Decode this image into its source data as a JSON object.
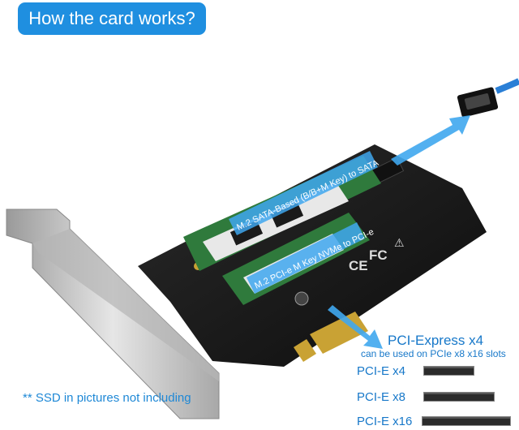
{
  "title": "How the card works?",
  "labels": {
    "sata_slot": "M.2 SATA-Based (B/B+M Key) to SATA",
    "nvme_slot": "M.2 PCI-e M Key NVMe to PCI-e"
  },
  "pcie": {
    "heading": "PCI-Express x4",
    "subtext": "can be used on PCIe x8 x16 slots",
    "slots": [
      {
        "label": "PCI-E x4",
        "fraction": 0.55
      },
      {
        "label": "PCI-E x8",
        "fraction": 0.78
      },
      {
        "label": "PCI-E x16",
        "fraction": 1.0
      }
    ]
  },
  "note": "** SSD in pictures not including",
  "colors": {
    "accent": "#1f8fe0",
    "arrow": "#3fa7ee",
    "pcb": "#1a1a1a",
    "ssd_green": "#2f7a3c",
    "cable": "#2a7fd6",
    "bracket": "#c8c8c8"
  }
}
